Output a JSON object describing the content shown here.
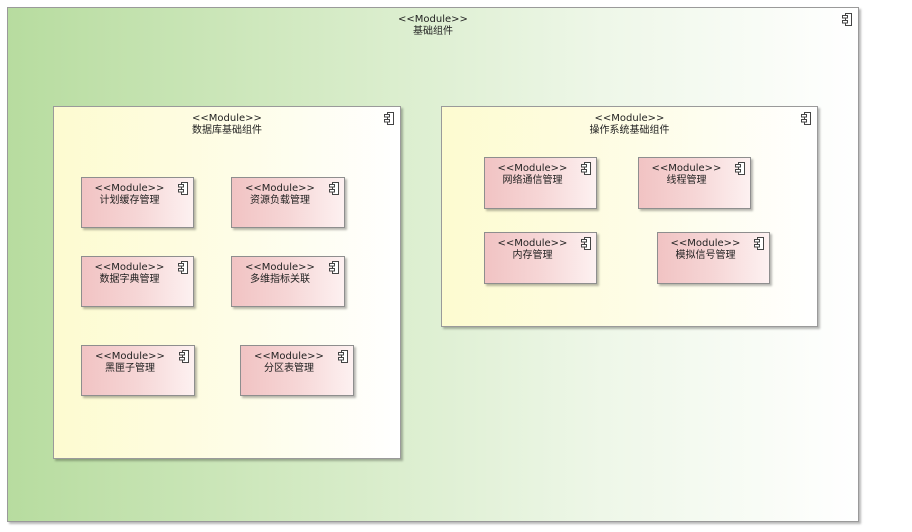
{
  "stereotype": "<<Module>>",
  "outer": {
    "name": "基础组件"
  },
  "database": {
    "name": "数据库基础组件",
    "modules": [
      "计划缓存管理",
      "资源负载管理",
      "数据字典管理",
      "多维指标关联",
      "黑匣子管理",
      "分区表管理"
    ]
  },
  "os": {
    "name": "操作系统基础组件",
    "modules": [
      "网络通信管理",
      "线程管理",
      "内存管理",
      "模拟信号管理"
    ]
  },
  "colors": {
    "outer_fill": "#b7dc9f",
    "package_fill": "#fdfbd0",
    "module_fill": "#f1c3c3",
    "border": "#9a9a9a"
  },
  "icons": {
    "component": "component-icon"
  }
}
